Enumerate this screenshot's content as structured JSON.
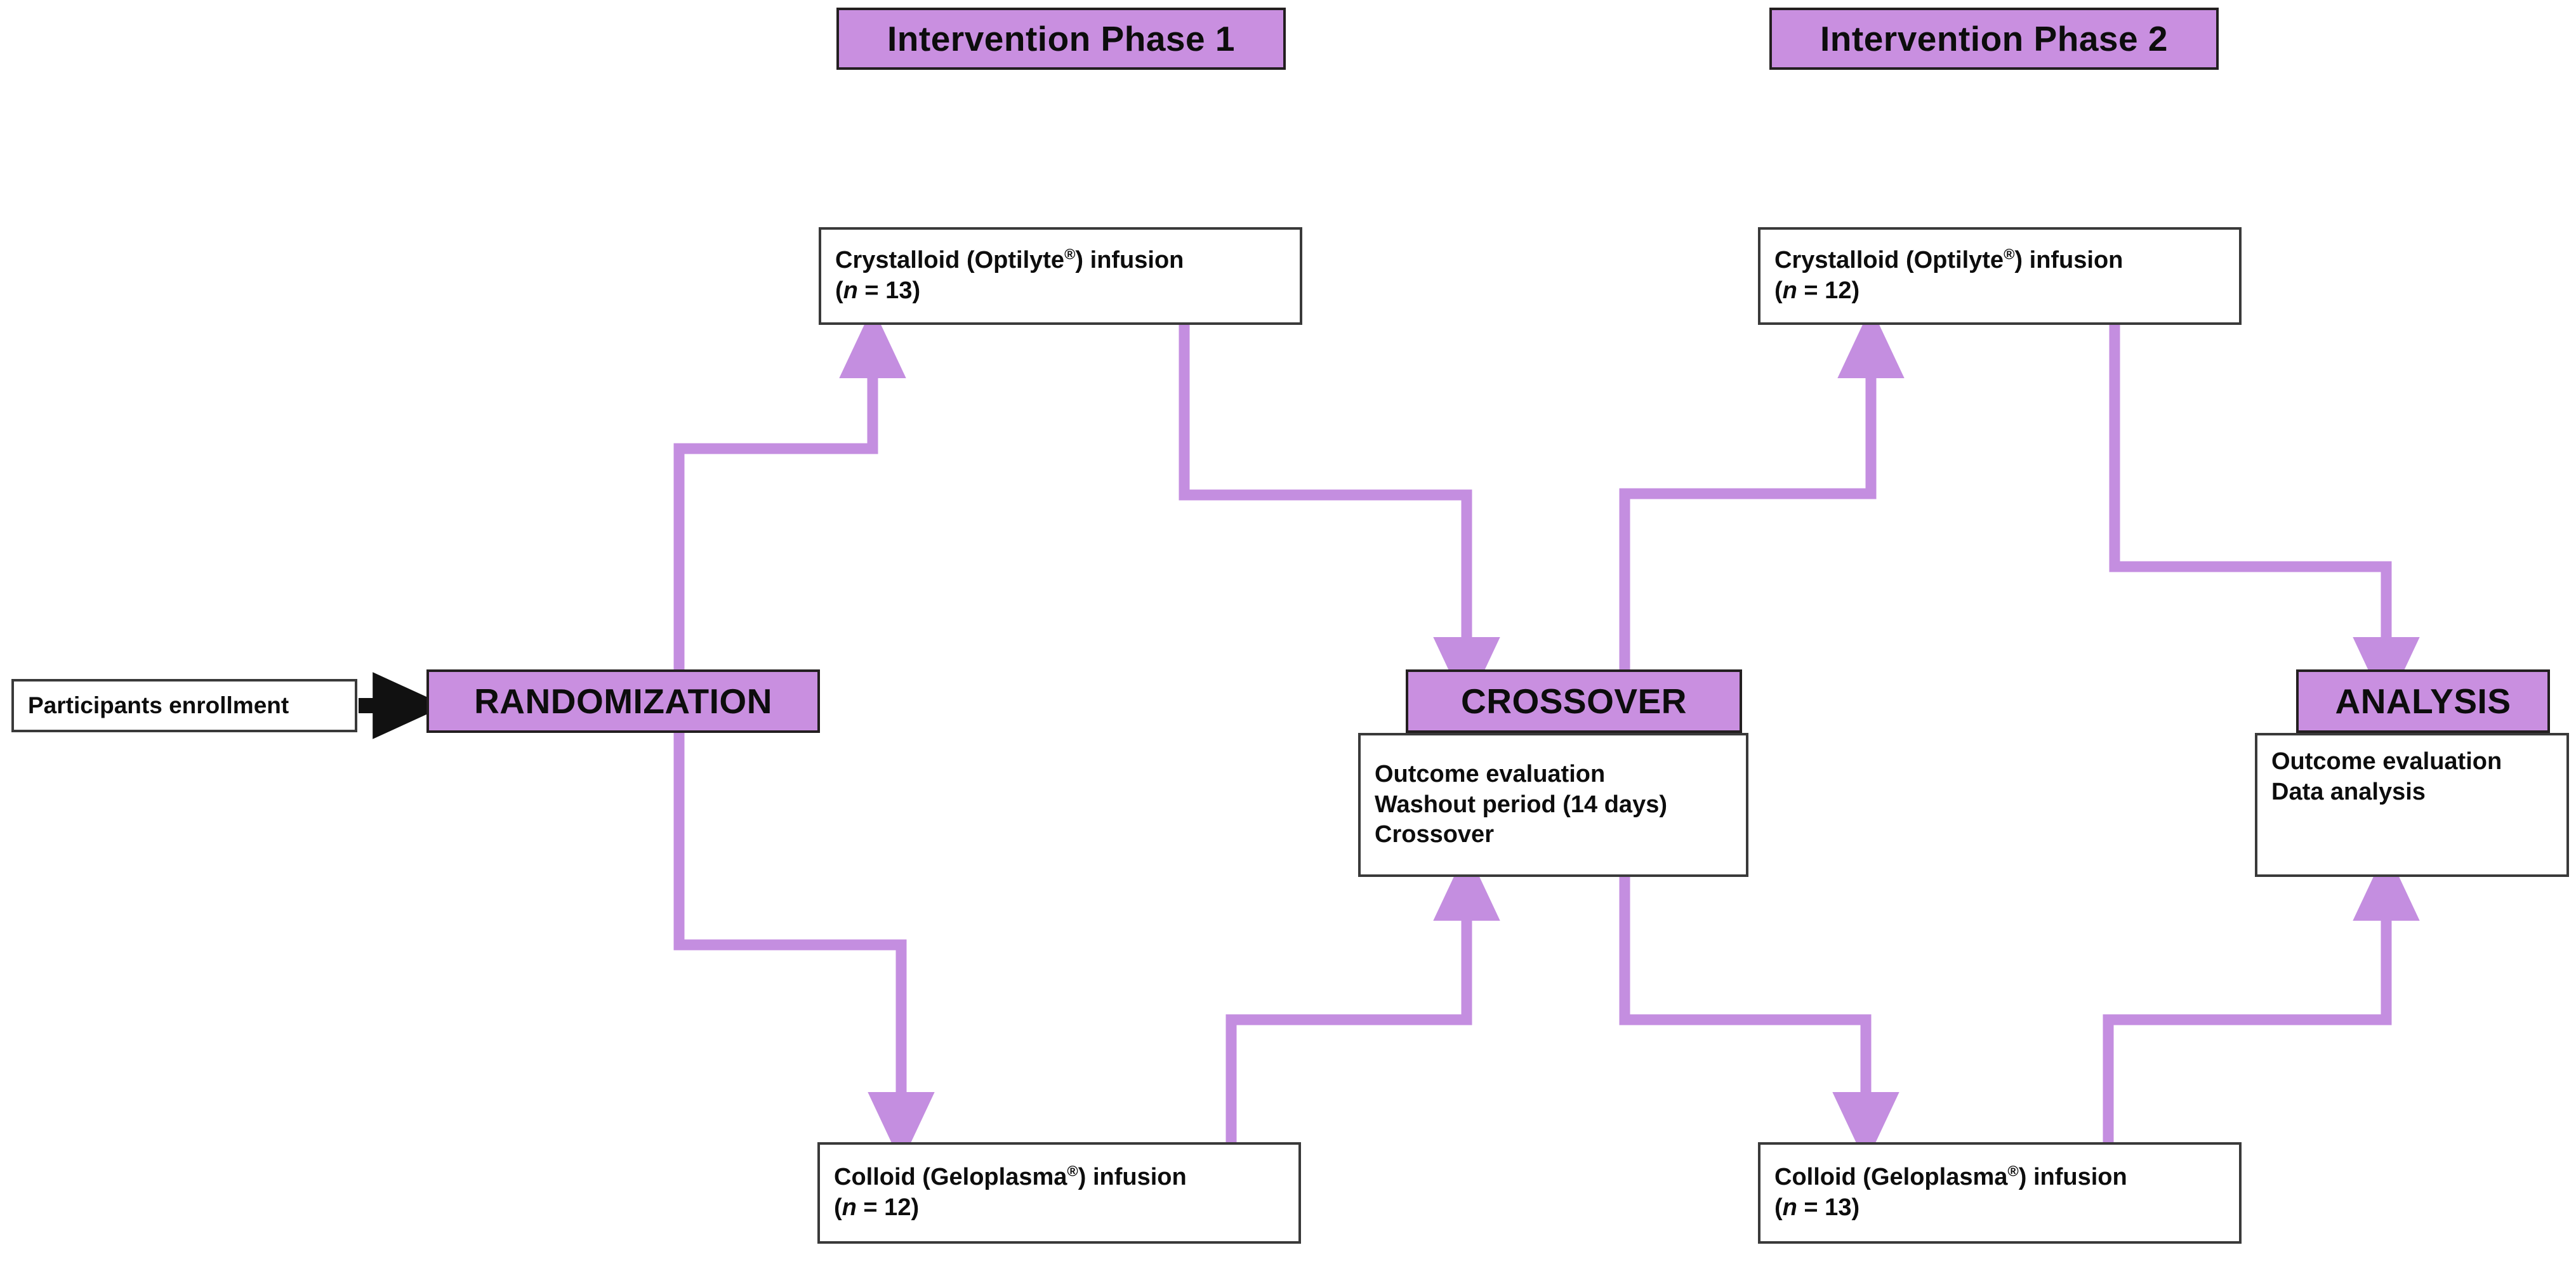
{
  "diagram": {
    "title": "Crossover trial flow diagram",
    "accent_color": "#c98fe0",
    "wire_color": "#c48ee0",
    "box_border_color": "#3a3a3a",
    "purple_border_color": "#231f20",
    "text_color": "#0d0d0d",
    "background": "#ffffff"
  },
  "headers": [
    {
      "label": "Intervention Phase 1"
    },
    {
      "label": "Intervention Phase 2"
    }
  ],
  "nodes": {
    "enrollment": {
      "label": "Participants enrollment"
    },
    "randomization": {
      "label": "RANDOMIZATION"
    },
    "crossover": {
      "label": "CROSSOVER"
    },
    "analysis": {
      "label": "ANALYSIS"
    },
    "crystalloid_p1": {
      "line1_pre": "Crystalloid (Optilyte",
      "line1_reg": "®",
      "line1_post": ") infusion",
      "n_open": "(",
      "n_var": "n",
      "n_eq": " = 13",
      "n_close": ")"
    },
    "crystalloid_p2": {
      "line1_pre": "Crystalloid (Optilyte",
      "line1_reg": "®",
      "line1_post": ") infusion",
      "n_open": "(",
      "n_var": "n",
      "n_eq": " = 12",
      "n_close": ")"
    },
    "colloid_p1": {
      "line1_pre": "Colloid (Geloplasma",
      "line1_reg": "®",
      "line1_post": ") infusion",
      "n_open": "(",
      "n_var": "n",
      "n_eq": " = 12",
      "n_close": ")"
    },
    "colloid_p2": {
      "line1_pre": "Colloid (Geloplasma",
      "line1_reg": "®",
      "line1_post": ") infusion",
      "n_open": "(",
      "n_var": "n",
      "n_eq": " = 13",
      "n_close": ")"
    },
    "crossover_detail": {
      "line1": "Outcome evaluation",
      "line2": "Washout period (14 days)",
      "line3": "Crossover"
    },
    "analysis_detail": {
      "line1": "Outcome evaluation",
      "line2": "Data analysis"
    }
  }
}
